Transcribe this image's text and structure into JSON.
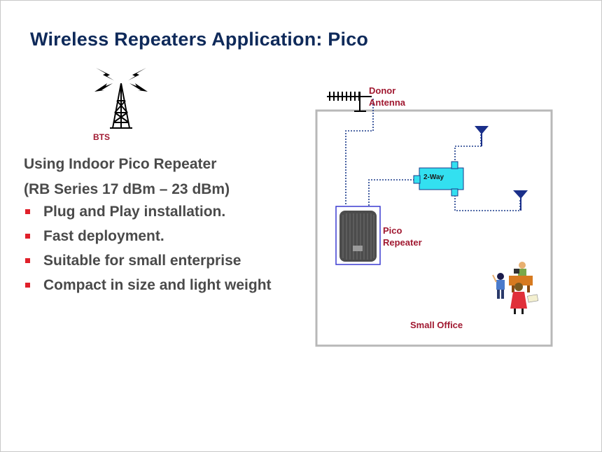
{
  "slide": {
    "title": "Wireless Repeaters Application: Pico",
    "bts_label": "BTS",
    "subheading_line1": "Using Indoor Pico Repeater",
    "subheading_line2": "(RB Series 17 dBm – 23 dBm)",
    "bullets": [
      "Plug and Play installation.",
      "Fast deployment.",
      "Suitable for small enterprise",
      "Compact in size and light weight"
    ],
    "bullet_color": "#e0202a",
    "title_color": "#0f2a5a"
  },
  "diagram": {
    "donor_antenna_line1": "Donor",
    "donor_antenna_line2": "Antenna",
    "splitter_label": "2-Way",
    "repeater_line1": "Pico",
    "repeater_line2": "Repeater",
    "office_label": "Small Office",
    "label_color": "#a01830",
    "splitter_color": "#33e0f0",
    "antenna_color": "#1a2f8a",
    "cable_color": "#1a3a8a",
    "icons": [
      "bts-tower-icon",
      "yagi-antenna-icon",
      "splitter-icon",
      "indoor-antenna-icon",
      "repeater-unit-icon",
      "office-people-icon"
    ]
  }
}
